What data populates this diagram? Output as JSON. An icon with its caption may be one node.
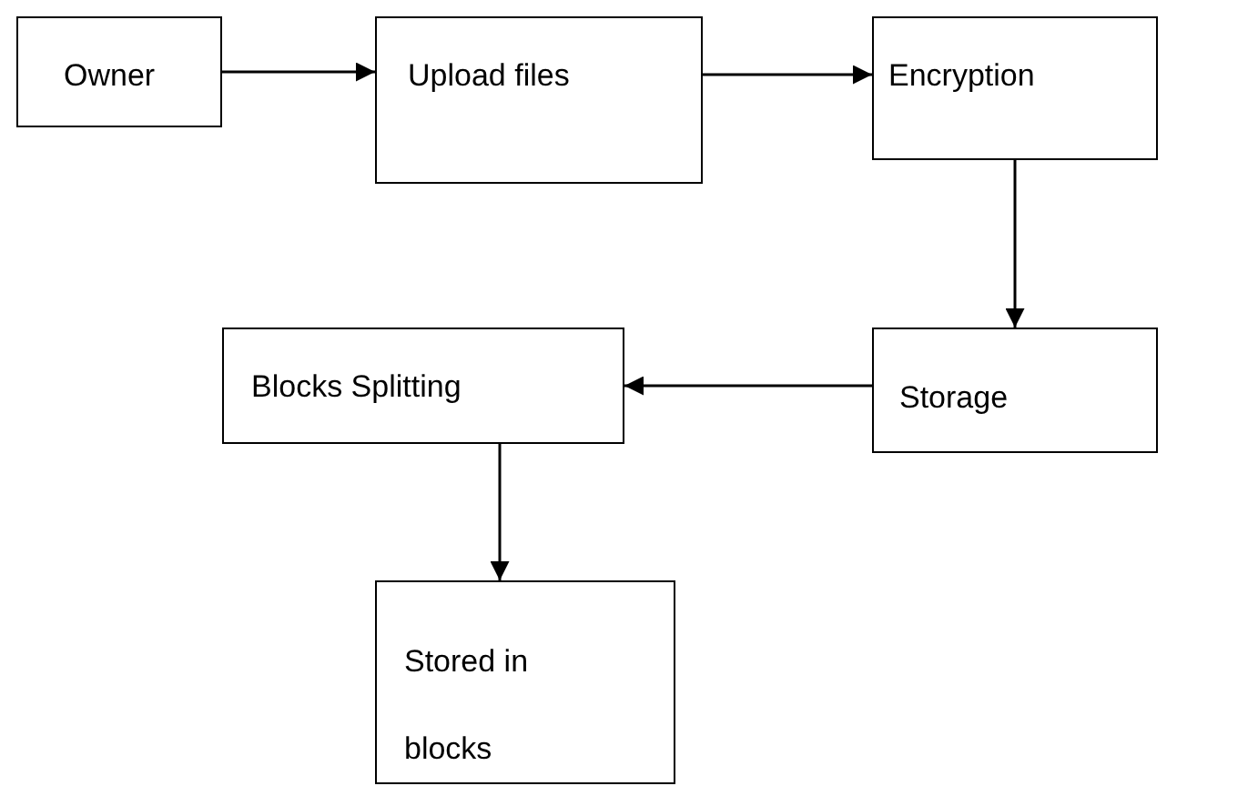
{
  "diagram": {
    "nodes": [
      {
        "text": [
          "Owner"
        ]
      },
      {
        "text": [
          "Upload files"
        ]
      },
      {
        "text": [
          "Encryption"
        ]
      },
      {
        "text": [
          "Storage"
        ]
      },
      {
        "text": [
          "Blocks Splitting"
        ]
      },
      {
        "text": [
          "Stored in blocks"
        ]
      }
    ],
    "edges": [
      {
        "from": 0,
        "to": 1,
        "arrow": "to"
      },
      {
        "from": 1,
        "to": 2,
        "arrow": "to"
      },
      {
        "from": 2,
        "to": 3,
        "arrow": "to"
      },
      {
        "from": 3,
        "to": 4,
        "arrow": "to"
      },
      {
        "from": 4,
        "to": 5,
        "arrow": "to"
      }
    ]
  }
}
